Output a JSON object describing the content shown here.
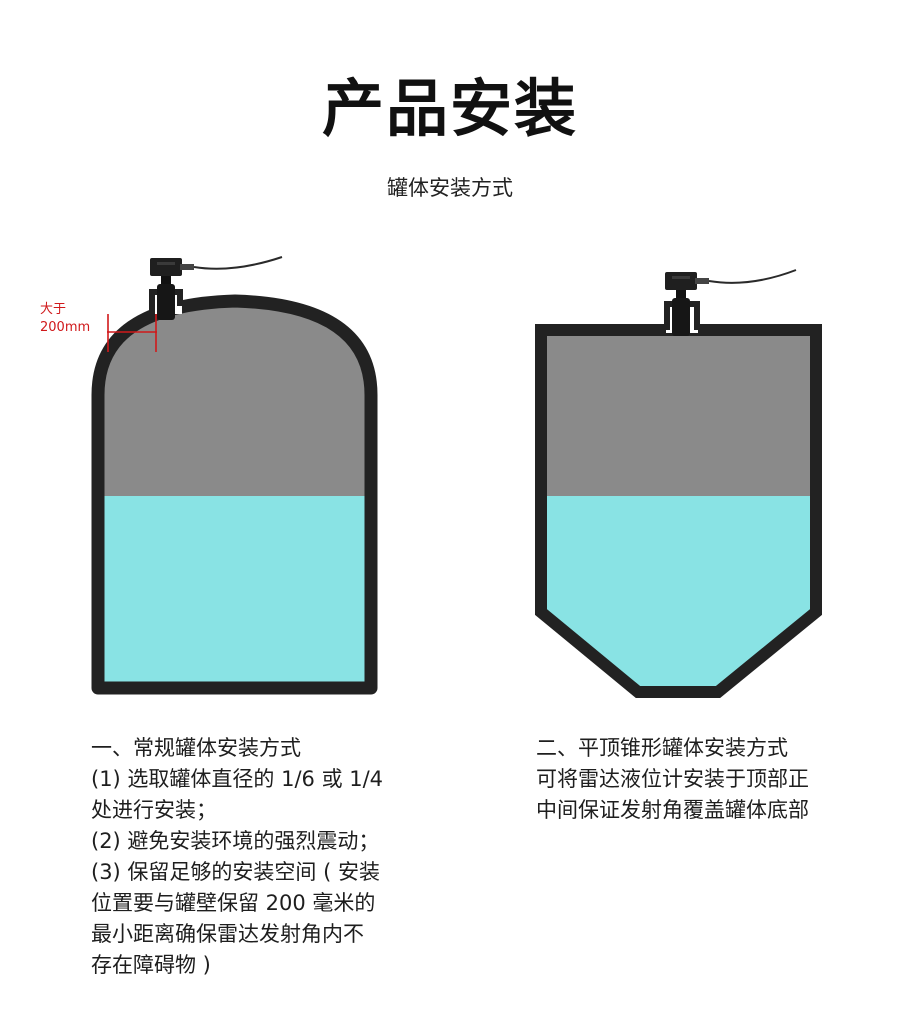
{
  "header": {
    "title": "产品安装",
    "subtitle": "罐体安装方式"
  },
  "tank_left": {
    "note_line1": "大于",
    "note_line2": "200mm",
    "colors": {
      "gas": "#8a8a8a",
      "liquid": "#89e3e4",
      "wall": "#222222",
      "note": "#d0191b"
    }
  },
  "tank_right": {
    "colors": {
      "gas": "#8a8a8a",
      "liquid": "#89e3e4",
      "wall": "#222222"
    }
  },
  "method1": {
    "lines": [
      "一、常规罐体安装方式",
      "(1) 选取罐体直径的 1/6 或 1/4",
      "处进行安装；",
      "(2) 避免安装环境的强烈震动；",
      "(3) 保留足够的安装空间 ( 安装",
      "位置要与罐壁保留 200 毫米的",
      "最小距离确保雷达发射角内不",
      "存在障碍物 )"
    ]
  },
  "method2": {
    "lines": [
      "二、平顶锥形罐体安装方式",
      "可将雷达液位计安装于顶部正",
      "中间保证发射角覆盖罐体底部"
    ]
  }
}
